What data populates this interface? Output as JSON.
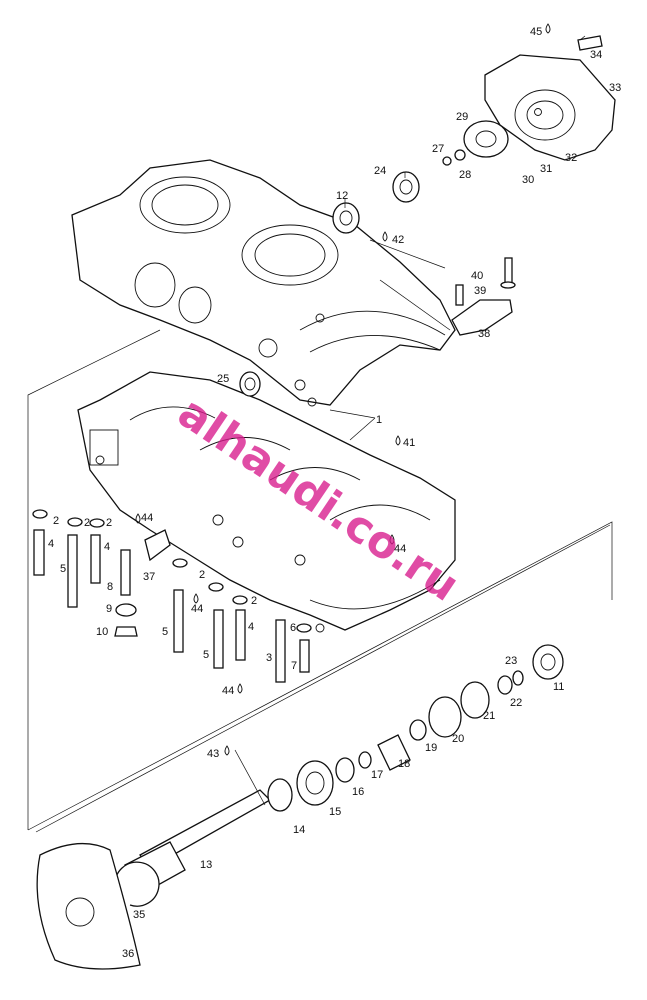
{
  "diagram": {
    "type": "exploded parts diagram",
    "watermark": "alhaudi.co.ru",
    "accent_color": "#d81b8c",
    "callouts": [
      {
        "id": "c1",
        "text": "1"
      },
      {
        "id": "c2a",
        "text": "2"
      },
      {
        "id": "c2b",
        "text": "2"
      },
      {
        "id": "c2c",
        "text": "2"
      },
      {
        "id": "c2d",
        "text": "2"
      },
      {
        "id": "c2e",
        "text": "2"
      },
      {
        "id": "c3",
        "text": "3"
      },
      {
        "id": "c4a",
        "text": "4"
      },
      {
        "id": "c4b",
        "text": "4"
      },
      {
        "id": "c4c",
        "text": "4"
      },
      {
        "id": "c5a",
        "text": "5"
      },
      {
        "id": "c5b",
        "text": "5"
      },
      {
        "id": "c5c",
        "text": "5"
      },
      {
        "id": "c6",
        "text": "6"
      },
      {
        "id": "c7",
        "text": "7"
      },
      {
        "id": "c8",
        "text": "8"
      },
      {
        "id": "c9",
        "text": "9"
      },
      {
        "id": "c10",
        "text": "10"
      },
      {
        "id": "c11",
        "text": "11"
      },
      {
        "id": "c12",
        "text": "12"
      },
      {
        "id": "c13",
        "text": "13"
      },
      {
        "id": "c14",
        "text": "14"
      },
      {
        "id": "c15",
        "text": "15"
      },
      {
        "id": "c16",
        "text": "16"
      },
      {
        "id": "c17",
        "text": "17"
      },
      {
        "id": "c18",
        "text": "18"
      },
      {
        "id": "c19",
        "text": "19"
      },
      {
        "id": "c20",
        "text": "20"
      },
      {
        "id": "c21",
        "text": "21"
      },
      {
        "id": "c22",
        "text": "22"
      },
      {
        "id": "c23",
        "text": "23"
      },
      {
        "id": "c24",
        "text": "24"
      },
      {
        "id": "c25",
        "text": "25"
      },
      {
        "id": "c27",
        "text": "27"
      },
      {
        "id": "c28",
        "text": "28"
      },
      {
        "id": "c29",
        "text": "29"
      },
      {
        "id": "c30",
        "text": "30"
      },
      {
        "id": "c31",
        "text": "31"
      },
      {
        "id": "c32",
        "text": "32"
      },
      {
        "id": "c33",
        "text": "33"
      },
      {
        "id": "c34",
        "text": "34"
      },
      {
        "id": "c35",
        "text": "35"
      },
      {
        "id": "c36",
        "text": "36"
      },
      {
        "id": "c37",
        "text": "37"
      },
      {
        "id": "c38",
        "text": "38"
      },
      {
        "id": "c39",
        "text": "39"
      },
      {
        "id": "c40",
        "text": "40"
      },
      {
        "id": "c41",
        "text": "41"
      },
      {
        "id": "c42",
        "text": "42"
      },
      {
        "id": "c43",
        "text": "43"
      },
      {
        "id": "c44a",
        "text": "44"
      },
      {
        "id": "c44b",
        "text": "44"
      },
      {
        "id": "c44c",
        "text": "44"
      },
      {
        "id": "c44d",
        "text": "44"
      },
      {
        "id": "c45",
        "text": "45"
      }
    ]
  }
}
